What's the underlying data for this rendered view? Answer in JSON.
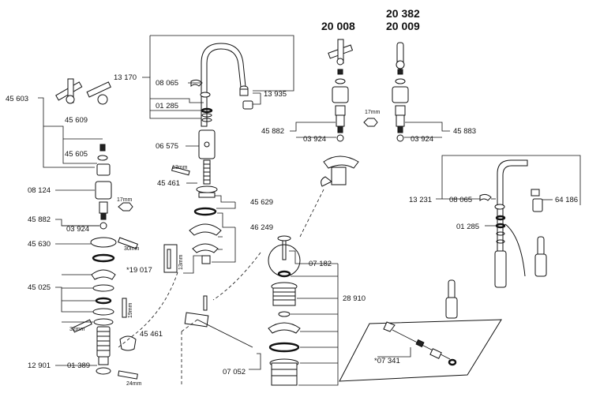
{
  "models": {
    "model_1": "20 008",
    "model_2": "20 382",
    "model_3": "20 009"
  },
  "labels": {
    "p45603": "45 603",
    "p45609": "45 609",
    "p45605": "45 605",
    "p08124": "08 124",
    "p45882a": "45 882",
    "p03924a": "03 924",
    "p45630": "45 630",
    "p45025": "45 025",
    "p12901": "12 901",
    "p01389": "01 389",
    "p13170": "13 170",
    "p08065a": "08 065",
    "p01285a": "01 285",
    "p13935": "13 935",
    "p06575": "06 575",
    "p45461a": "45 461",
    "p45629": "45 629",
    "p46249": "46 249",
    "p19017": "*19 017",
    "p45461b": "45 461",
    "p07052": "07 052",
    "p07182": "07 182",
    "p28910": "28 910",
    "p45882b": "45 882",
    "p03924b": "03 924",
    "p03924c": "03 924",
    "p45883": "45 883",
    "p13231": "13 231",
    "p08065b": "08 065",
    "p64186": "64 186",
    "p01285b": "01 285",
    "p07341": "*07 341"
  },
  "dimensions": {
    "d17a": "17mm",
    "d17b": "17mm",
    "d30": "30mm",
    "d13a": "13mm",
    "d13b": "13mm",
    "d19": "19mm",
    "d32": "32mm",
    "d24": "24mm"
  }
}
